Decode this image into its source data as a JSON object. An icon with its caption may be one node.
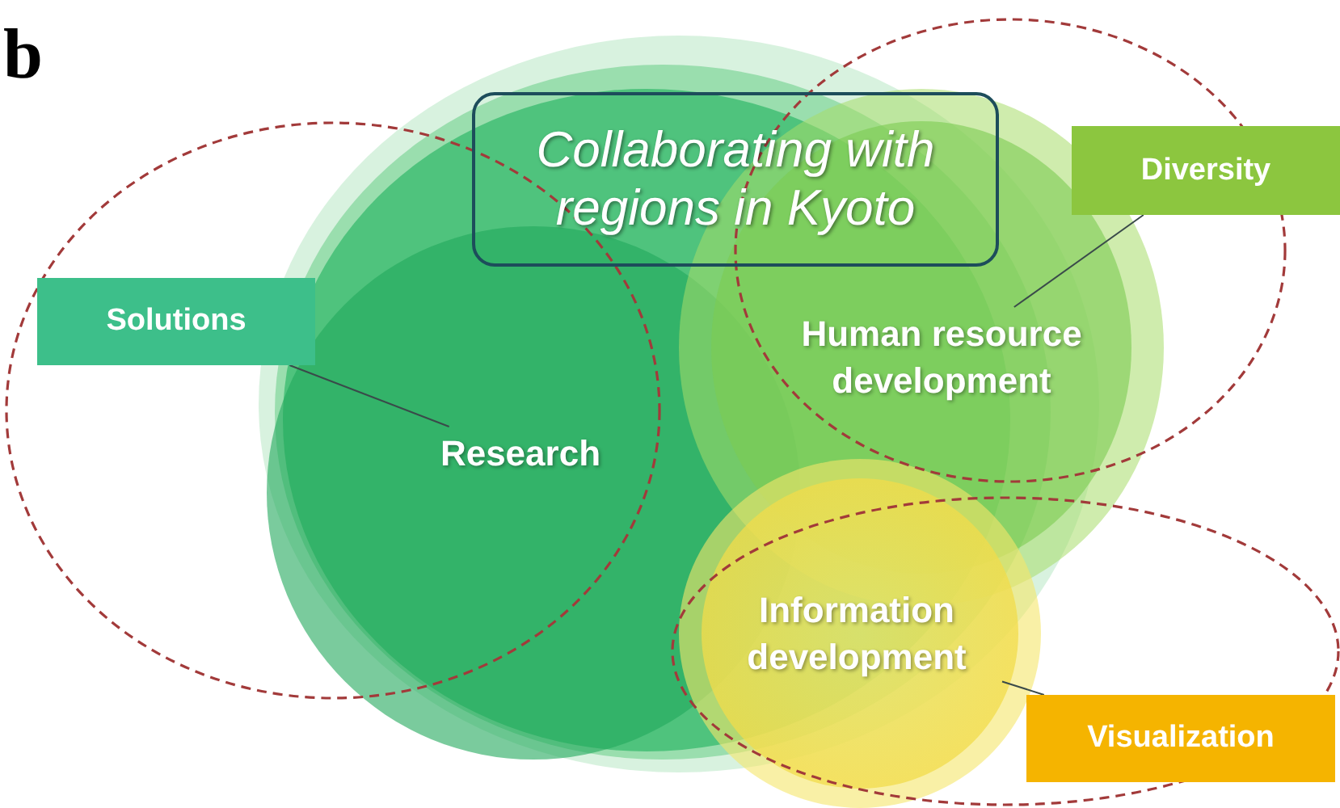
{
  "diagram": {
    "nodes": [
      {
        "text": [
          "Collaborating with regions in Kyoto"
        ]
      },
      {
        "text": [
          "Solutions"
        ]
      },
      {
        "text": [
          "Research"
        ]
      },
      {
        "text": [
          "Diversity"
        ]
      },
      {
        "text": [
          "Human resource development"
        ]
      },
      {
        "text": [
          "Information development"
        ]
      },
      {
        "text": [
          "Visualization"
        ]
      }
    ],
    "edges": [
      {
        "from": 1,
        "to": 2,
        "arrow": "none"
      },
      {
        "from": 3,
        "to": 4,
        "arrow": "none"
      },
      {
        "from": 5,
        "to": 6,
        "arrow": "none"
      }
    ],
    "labels": [
      "b"
    ]
  }
}
